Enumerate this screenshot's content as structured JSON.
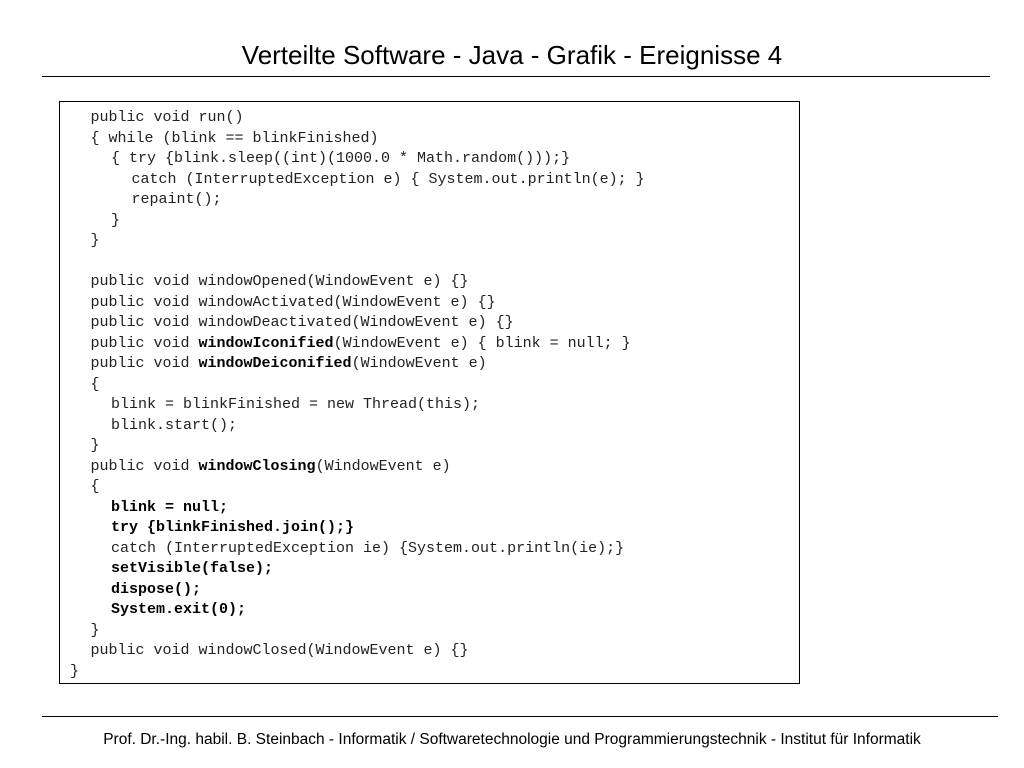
{
  "slide": {
    "title": "Verteilte Software - Java - Grafik - Ereignisse 4",
    "footer": "Prof. Dr.-Ing. habil. B. Steinbach - Informatik / Softwaretechnologie und Programmierungstechnik - Institut für Informatik"
  },
  "code": {
    "lines": [
      {
        "indent": 1,
        "segments": [
          {
            "text": "public void run()",
            "bold": false
          }
        ]
      },
      {
        "indent": 1,
        "segments": [
          {
            "text": "{ while (blink == blinkFinished)",
            "bold": false
          }
        ]
      },
      {
        "indent": 2,
        "segments": [
          {
            "text": "{ try {blink.sleep((int)(1000.0 * Math.random()));}",
            "bold": false
          }
        ]
      },
      {
        "indent": 3,
        "segments": [
          {
            "text": "catch (InterruptedException e) { System.out.println(e); }",
            "bold": false
          }
        ]
      },
      {
        "indent": 3,
        "segments": [
          {
            "text": "repaint();",
            "bold": false
          }
        ]
      },
      {
        "indent": 2,
        "segments": [
          {
            "text": "}",
            "bold": false
          }
        ]
      },
      {
        "indent": 1,
        "segments": [
          {
            "text": "}",
            "bold": false
          }
        ]
      },
      {
        "indent": 0,
        "segments": [
          {
            "text": "",
            "bold": false
          }
        ]
      },
      {
        "indent": 1,
        "segments": [
          {
            "text": "public void windowOpened(WindowEvent e) {}",
            "bold": false
          }
        ]
      },
      {
        "indent": 1,
        "segments": [
          {
            "text": "public void windowActivated(WindowEvent e) {}",
            "bold": false
          }
        ]
      },
      {
        "indent": 1,
        "segments": [
          {
            "text": "public void windowDeactivated(WindowEvent e) {}",
            "bold": false
          }
        ]
      },
      {
        "indent": 1,
        "segments": [
          {
            "text": "public void ",
            "bold": false
          },
          {
            "text": "windowIconified",
            "bold": true
          },
          {
            "text": "(WindowEvent e) { blink = null; }",
            "bold": false
          }
        ]
      },
      {
        "indent": 1,
        "segments": [
          {
            "text": "public void ",
            "bold": false
          },
          {
            "text": "windowDeiconified",
            "bold": true
          },
          {
            "text": "(WindowEvent e)",
            "bold": false
          }
        ]
      },
      {
        "indent": 1,
        "segments": [
          {
            "text": "{",
            "bold": false
          }
        ]
      },
      {
        "indent": 2,
        "segments": [
          {
            "text": "blink = blinkFinished = new Thread(this);",
            "bold": false
          }
        ]
      },
      {
        "indent": 2,
        "segments": [
          {
            "text": "blink.start();",
            "bold": false
          }
        ]
      },
      {
        "indent": 1,
        "segments": [
          {
            "text": "}",
            "bold": false
          }
        ]
      },
      {
        "indent": 1,
        "segments": [
          {
            "text": "public void ",
            "bold": false
          },
          {
            "text": "windowClosing",
            "bold": true
          },
          {
            "text": "(WindowEvent e)",
            "bold": false
          }
        ]
      },
      {
        "indent": 1,
        "segments": [
          {
            "text": "{",
            "bold": false
          }
        ]
      },
      {
        "indent": 2,
        "segments": [
          {
            "text": "blink = null;",
            "bold": true
          }
        ]
      },
      {
        "indent": 2,
        "segments": [
          {
            "text": "try {blinkFinished.join();}",
            "bold": true
          }
        ]
      },
      {
        "indent": 2,
        "segments": [
          {
            "text": "catch (InterruptedException ie) {System.out.println(ie);}",
            "bold": false
          }
        ]
      },
      {
        "indent": 2,
        "segments": [
          {
            "text": "setVisible(false);",
            "bold": true
          }
        ]
      },
      {
        "indent": 2,
        "segments": [
          {
            "text": "dispose();",
            "bold": true
          }
        ]
      },
      {
        "indent": 2,
        "segments": [
          {
            "text": "System.exit(0);",
            "bold": true
          }
        ]
      },
      {
        "indent": 1,
        "segments": [
          {
            "text": "}",
            "bold": false
          }
        ]
      },
      {
        "indent": 1,
        "segments": [
          {
            "text": "public void windowClosed(WindowEvent e) {}",
            "bold": false
          }
        ]
      },
      {
        "indent": 0,
        "segments": [
          {
            "text": "}",
            "bold": false
          }
        ]
      }
    ]
  }
}
